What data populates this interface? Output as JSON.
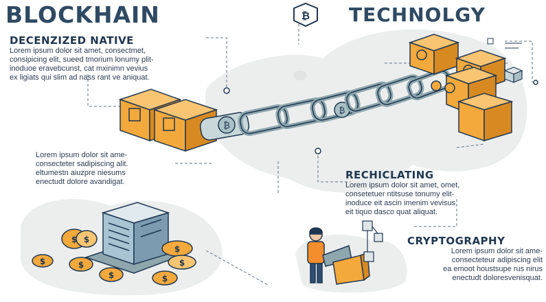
{
  "header": {
    "title_left": "BLOCKHAIN",
    "title_right": "TECHNOLGY",
    "center_icon": "bitcoin-icon"
  },
  "sections": {
    "decentralized": {
      "heading": "DECENZIZED NATIVE",
      "body": "Lorem ipsum dolor sit amet, consectmet,\nconsipicing elit,  sueed tmorium lonumy plit-\ninoduoe eravebcunst, cat mxinimn vevius\nex  ligiats qui slim ad nass rant ve aniquat."
    },
    "left_note": {
      "body": "Lorem ipsum dolor sit ame-\nconsecteter sadipiscing alit.\neltumestn aiuzpre niesums\nenectudt dolore avandigat."
    },
    "rechiclating": {
      "heading": "RECHICLATING",
      "body": "Lorem ipsum dolor sit amet, omet,\nconsetetuer ntitsuse tonumy elit-\ninoduce eit ascin imenim vevisus\neit tiquo dasco quat aliquat."
    },
    "cryptography": {
      "heading": "CRYPTOGRAPHY",
      "body": "Lorem ipsum dolor sit ame-\nconsecteteur adipiscing elit\nea emoot houstsupe rus nirus\nenectudt doloresvenisquat."
    }
  },
  "colors": {
    "block_orange": "#f4a93c",
    "block_orange_dark": "#d88a22",
    "chain_blue": "#c7d7da",
    "chain_blue_dark": "#8ea7ae",
    "blob_gray": "#eceeee",
    "ink": "#1f3650"
  }
}
